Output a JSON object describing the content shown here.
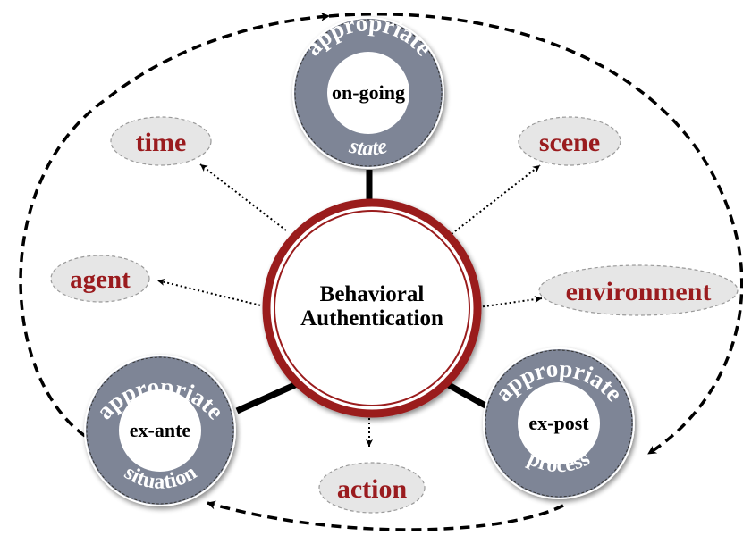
{
  "center": {
    "line1": "Behavioral",
    "line2": "Authentication"
  },
  "nodes": {
    "top": {
      "arc_top": "appropriate",
      "inner": "on-going",
      "arc_bottom": "state"
    },
    "bottom_left": {
      "arc_top": "appropriate",
      "inner": "ex-ante",
      "arc_bottom": "situation"
    },
    "bottom_right": {
      "arc_top": "appropriate",
      "inner": "ex-post",
      "arc_bottom": "process"
    }
  },
  "tags": {
    "time": "time",
    "scene": "scene",
    "agent": "agent",
    "environment": "environment",
    "action": "action"
  },
  "colors": {
    "ring_gray": "#7e8596",
    "accent_red": "#9a1b1e",
    "tag_fill": "#e6e6e6"
  }
}
